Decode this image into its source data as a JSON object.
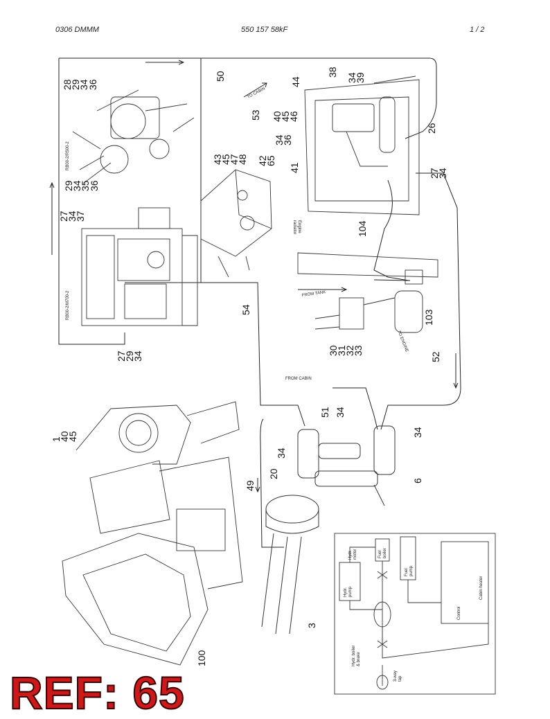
{
  "header": {
    "doc_code": "0306 DMMM",
    "part_number": "550 157 58kF",
    "page": "1 /  2"
  },
  "labels": {
    "to_cabin": "TO CABIN",
    "from_tank": "FROM TANK",
    "to_engine": "TO ENGINE",
    "from_cabin": "FROM CABIN",
    "engine_radiator_1": "Engine",
    "engine_radiator_2": "radiator",
    "engine_model_1": "RB00-2/R500-2",
    "engine_model_2": "RB00-2/M700-2"
  },
  "callouts": {
    "c50": "50",
    "c28": "28",
    "c29a": "29",
    "c34a": "34",
    "c36a": "36",
    "c53": "53",
    "c44": "44",
    "c38": "38",
    "c34b": "34",
    "c39": "39",
    "c40a": "40",
    "c45a": "45",
    "c46": "46",
    "c34c": "34",
    "c36b": "36",
    "c26": "26",
    "c43": "43",
    "c45b": "45",
    "c47": "47",
    "c48": "48",
    "c42": "42",
    "c65": "65",
    "c41": "41",
    "c29b": "29",
    "c34d": "34",
    "c35": "35",
    "c36c": "36",
    "c27a": "27",
    "c34e": "34",
    "c27b": "27",
    "c34f": "34",
    "c37": "37",
    "c104": "104",
    "c54": "54",
    "c103": "103",
    "c30": "30",
    "c31": "31",
    "c32": "32",
    "c33": "33",
    "c27c": "27",
    "c29c": "29",
    "c34g": "34",
    "c52": "52",
    "c51": "51",
    "c34h": "34",
    "c1": "1",
    "c40b": "40",
    "c45c": "45",
    "c34i": "34",
    "c34j": "34",
    "c20": "20",
    "c6": "6",
    "c49": "49",
    "c3": "3",
    "c100": "100"
  },
  "schematic": {
    "hydraulic_pump_1": "Hydr.",
    "hydraulic_pump_2": "pump",
    "hydraulic_motor_1": "Hydr.",
    "hydraulic_motor_2": "motor",
    "fuel_pump_1": "Fuel",
    "fuel_pump_2": "pump",
    "fuel_boiler_1": "Fuel",
    "fuel_boiler_2": "boiler",
    "control_unit": "Control",
    "cabin_heater": "Cabin heater",
    "hydr_boiler_1": "Hydr. boiler",
    "hydr_boiler_2": "& brake",
    "tap_1": "3-way",
    "tap_2": "tap"
  },
  "ref_banner": "REF: 65"
}
